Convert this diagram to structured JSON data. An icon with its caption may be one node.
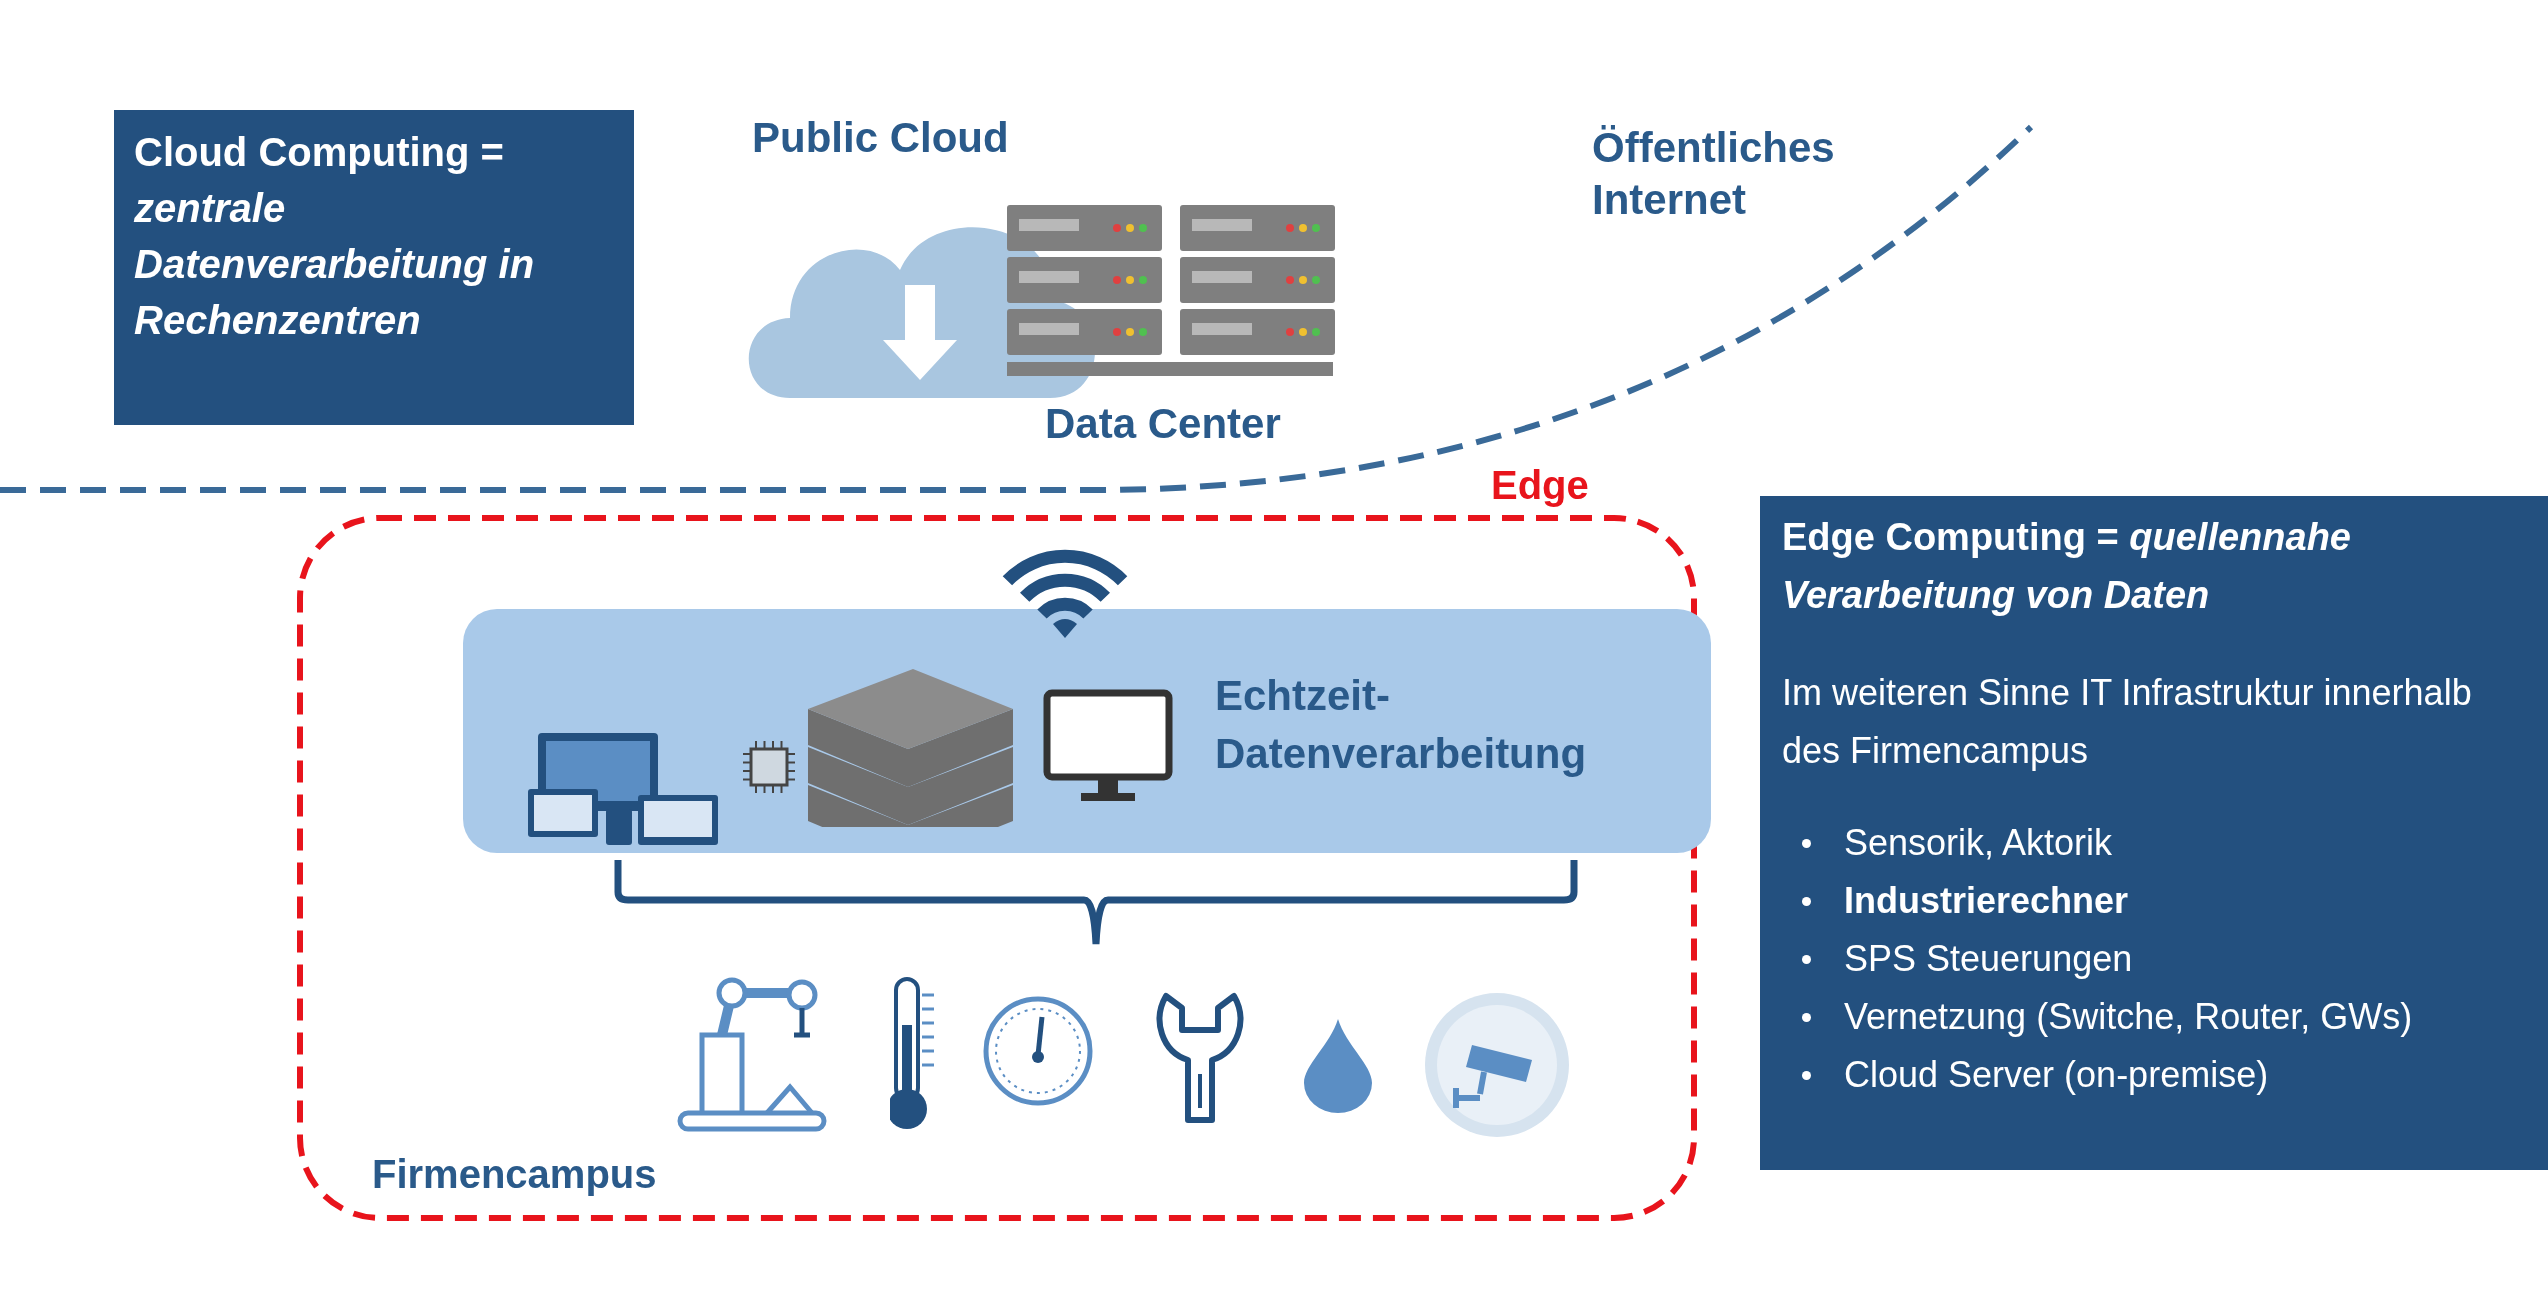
{
  "diagram": {
    "nodes": [
      {
        "text": [
          "Cloud Computing = *zentrale Datenverarbeitung in Rechenzentren*"
        ]
      },
      {
        "text": [
          "Edge",
          "Firmencampus"
        ]
      },
      {
        "text": [
          "Echtzeit-Datenverarbeitung"
        ],
        "in": 1
      },
      {
        "text": [
          "Edge Computing = *quellennahe Verarbeitung von Daten*",
          "Im weiteren Sinne IT Infrastruktur innerhalb des Firmencampus",
          "Sensorik, Aktorik",
          "**Industrierechner**",
          "SPS Steuerungen",
          "Vernetzung (Switche, Router, GWs)",
          "Cloud Server (on-premise)"
        ]
      }
    ],
    "edges": [],
    "labels": [
      "Public Cloud",
      "Öffentliches Internet",
      "Data Center"
    ]
  }
}
